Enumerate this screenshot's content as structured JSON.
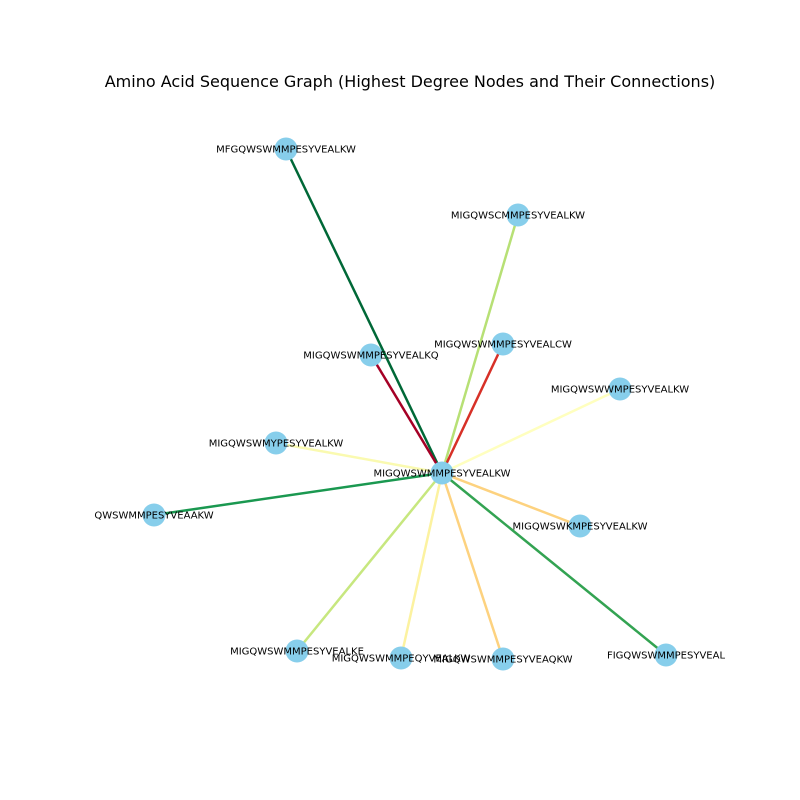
{
  "title": "Amino Acid Sequence Graph (Highest Degree Nodes and Their Connections)",
  "colors": {
    "node_fill": "#87ceeb",
    "background": "#ffffff"
  },
  "graph": {
    "center": {
      "id": "hub",
      "label": "MIGQWSWMMPESYVEALKW"
    },
    "nodes": [
      {
        "id": "n1",
        "label": "MFGQWSWMMPESYVEALKW",
        "edge_color": "#006837"
      },
      {
        "id": "n2",
        "label": "MIGQWSCMMPESYVEALKW",
        "edge_color": "#b7e075"
      },
      {
        "id": "n3",
        "label": "MIGQWSWMMPESYVEALCW",
        "edge_color": "#d73027"
      },
      {
        "id": "n4",
        "label": "MIGQWSWMMPESYVEALKQ",
        "edge_color": "#a50026"
      },
      {
        "id": "n5",
        "label": "MIGQWSWWMPESYVEALKW",
        "edge_color": "#ffffbf"
      },
      {
        "id": "n6",
        "label": "MIGQWSWMYPESYVEALKW",
        "edge_color": "#fafab0"
      },
      {
        "id": "n7",
        "label": "QWSWMMPESYVEAAKW",
        "edge_color": "#1a9850"
      },
      {
        "id": "n8",
        "label": "MIGQWSWKMPESYVEALKW",
        "edge_color": "#fdd27f"
      },
      {
        "id": "n9",
        "label": "MIGQWSWMMPESYVEALKE",
        "edge_color": "#c7e77f"
      },
      {
        "id": "n10",
        "label": "MIGQWSWMMPEQYVEALKW",
        "edge_color": "#fcf2a0"
      },
      {
        "id": "n11",
        "label": "MIGQWSWMMPESYVEAQKW",
        "edge_color": "#fdd27f"
      },
      {
        "id": "n12",
        "label": "FIGQWSWMMPESYVEAL",
        "edge_color": "#33a352"
      }
    ]
  }
}
